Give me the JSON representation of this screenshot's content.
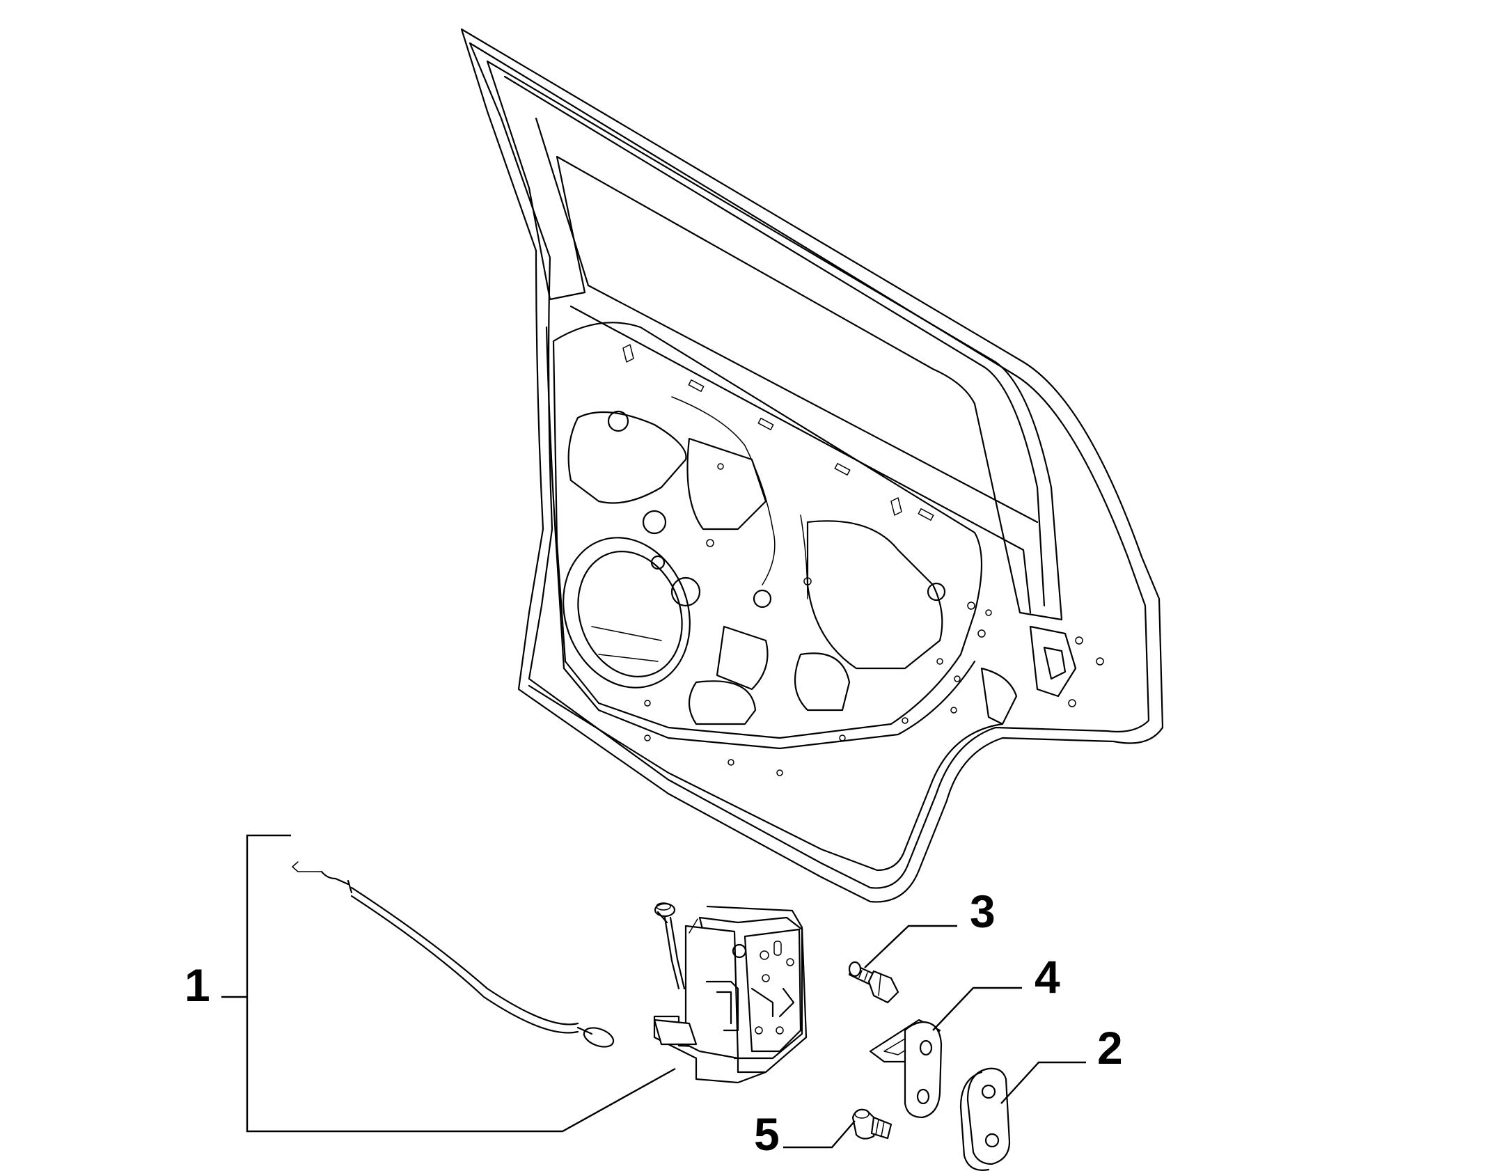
{
  "callouts": {
    "c1": "1",
    "c2": "2",
    "c3": "3",
    "c4": "4",
    "c5": "5"
  },
  "parts": [
    {
      "callout": "1",
      "name": "door-lock-assembly-with-cable"
    },
    {
      "callout": "2",
      "name": "striker-plate"
    },
    {
      "callout": "3",
      "name": "hex-bolt"
    },
    {
      "callout": "4",
      "name": "striker"
    },
    {
      "callout": "5",
      "name": "screw"
    }
  ]
}
